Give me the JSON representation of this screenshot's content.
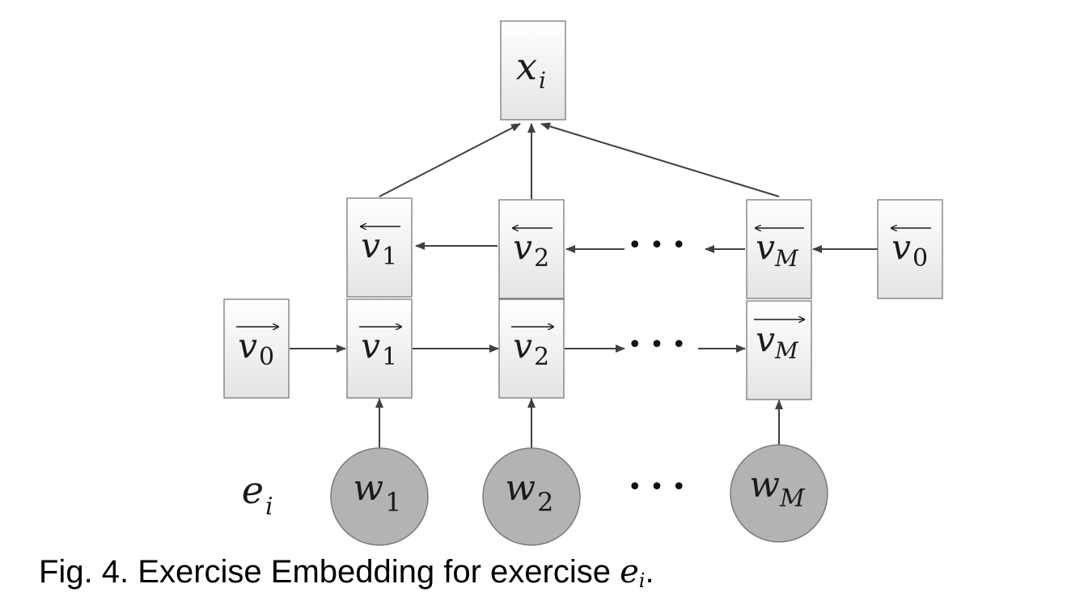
{
  "diagram": {
    "output_node": {
      "symbol": "x",
      "subscript": "i"
    },
    "backward_states": [
      {
        "symbol": "v",
        "subscript": "1",
        "direction": "backward"
      },
      {
        "symbol": "v",
        "subscript": "2",
        "direction": "backward"
      },
      {
        "symbol": "v",
        "subscript": "M",
        "direction": "backward"
      },
      {
        "symbol": "v",
        "subscript": "0",
        "direction": "backward"
      }
    ],
    "forward_states": [
      {
        "symbol": "v",
        "subscript": "0",
        "direction": "forward"
      },
      {
        "symbol": "v",
        "subscript": "1",
        "direction": "forward"
      },
      {
        "symbol": "v",
        "subscript": "2",
        "direction": "forward"
      },
      {
        "symbol": "v",
        "subscript": "M",
        "direction": "forward"
      }
    ],
    "word_nodes": [
      {
        "symbol": "w",
        "subscript": "1"
      },
      {
        "symbol": "w",
        "subscript": "2"
      },
      {
        "symbol": "w",
        "subscript": "M"
      }
    ],
    "exercise_label": {
      "symbol": "e",
      "subscript": "i"
    },
    "ellipsis": "• • •",
    "colors": {
      "box_top": "#ffffff",
      "box_bottom": "#e4e4e4",
      "node_fill": "#b3b3b3",
      "edge": "#404040"
    }
  },
  "caption": {
    "text": "Fig. 4. Exercise Embedding for exercise ",
    "math_symbol": "e",
    "math_subscript": "i",
    "end": "."
  }
}
